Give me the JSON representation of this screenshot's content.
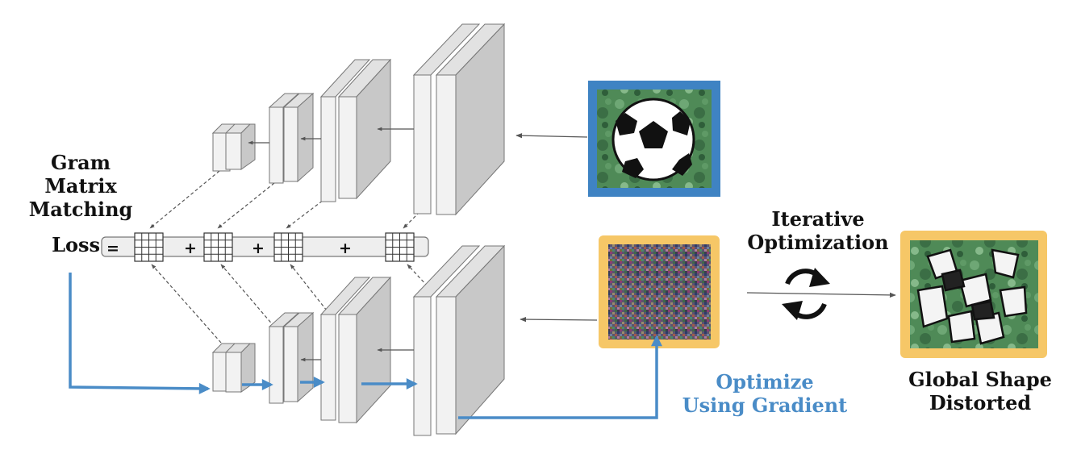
{
  "labels": {
    "loss": [
      "Gram",
      "Matrix",
      "Matching",
      "Loss"
    ],
    "equals": "=",
    "plus": "+",
    "iterative": [
      "Iterative",
      "Optimization"
    ],
    "optimize": [
      "Optimize",
      "Using Gradient"
    ],
    "result": [
      "Global Shape",
      "Distorted"
    ]
  },
  "images": {
    "style": {
      "content": "soccer-ball-on-grass"
    },
    "noise": {
      "content": "random-noise"
    },
    "result": {
      "content": "distorted-soccer-ball-texture"
    }
  },
  "colors": {
    "accent_blue": "#4a8cc7",
    "frame_blue": "#3f83c3",
    "frame_yellow": "#f6c767",
    "layer_front": "#f1f1f1",
    "layer_side": "#c8c8c8",
    "bar_fill": "#eeeeee",
    "grass": "#4f8a57"
  }
}
